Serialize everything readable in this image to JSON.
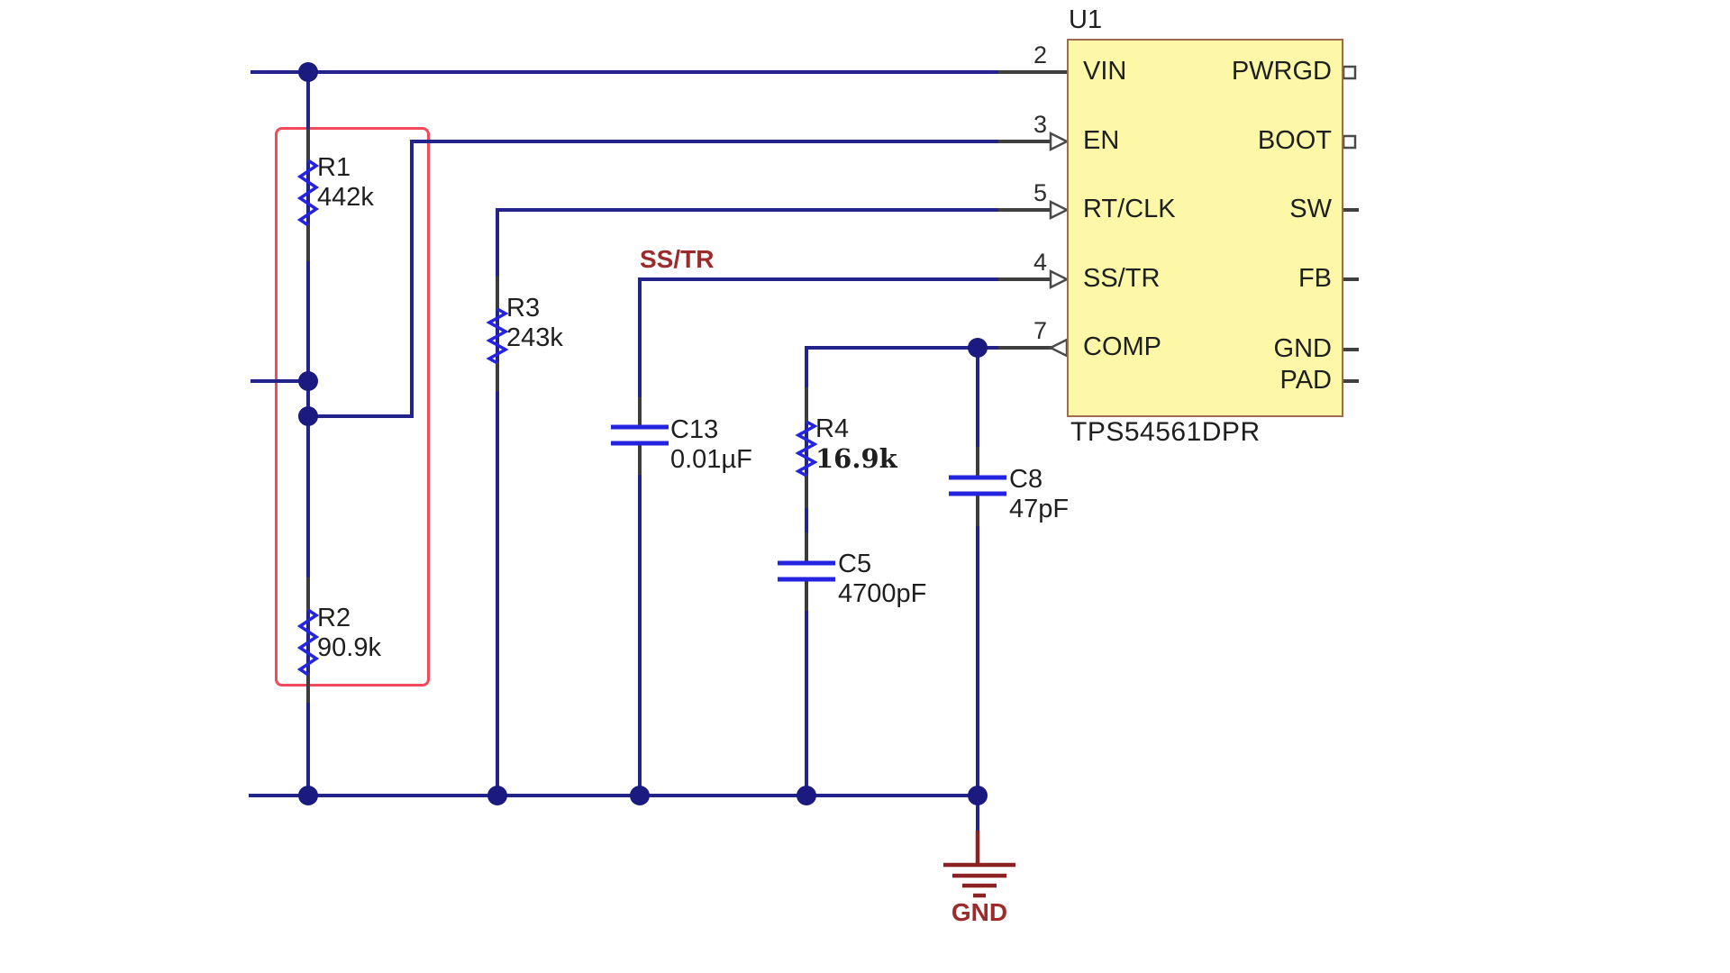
{
  "schematic": {
    "ic": {
      "designator": "U1",
      "part_number": "TPS54561DPR",
      "left_pins": [
        {
          "number": "2",
          "name": "VIN"
        },
        {
          "number": "3",
          "name": "EN"
        },
        {
          "number": "5",
          "name": "RT/CLK"
        },
        {
          "number": "4",
          "name": "SS/TR"
        },
        {
          "number": "7",
          "name": "COMP"
        }
      ],
      "right_pins": [
        {
          "name": "PWRGD"
        },
        {
          "name": "BOOT"
        },
        {
          "name": "SW"
        },
        {
          "name": "FB"
        },
        {
          "name": "GND"
        },
        {
          "name": "PAD"
        }
      ]
    },
    "components": [
      {
        "ref": "R1",
        "value": "442k"
      },
      {
        "ref": "R2",
        "value": "90.9k"
      },
      {
        "ref": "R3",
        "value": "243k"
      },
      {
        "ref": "R4",
        "value": "16.9k"
      },
      {
        "ref": "C13",
        "value": "0.01µF"
      },
      {
        "ref": "C5",
        "value": "4700pF"
      },
      {
        "ref": "C8",
        "value": "47pF"
      }
    ],
    "net_labels": [
      {
        "name": "SS/TR"
      },
      {
        "name": "GND"
      }
    ],
    "colors": {
      "wire_blue": "#23238c",
      "symbol_blue": "#2323e0",
      "lead_gray": "#3c3c3c",
      "junction_navy": "#1a1a80",
      "ic_fill": "#fcf8a8",
      "ic_border": "#a06a52",
      "highlight_red": "#f2495c",
      "net_label_maroon": "#9e2b2b",
      "gnd_symbol_maroon": "#8b2121"
    }
  }
}
